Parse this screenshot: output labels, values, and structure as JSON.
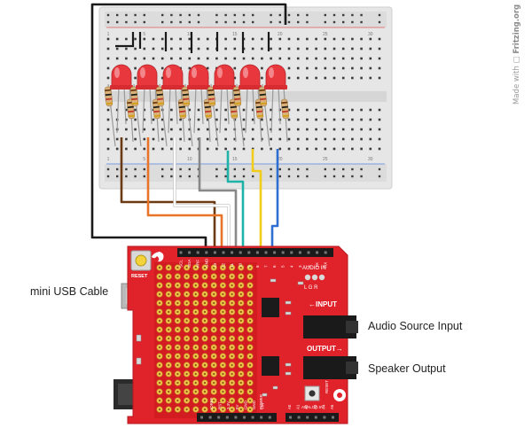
{
  "labels": {
    "mini_usb": "mini USB Cable",
    "audio_source": "Audio Source Input",
    "speaker_output": "Speaker Output",
    "watermark_prefix": "Made with",
    "watermark_brand": "Fritzing.org"
  },
  "board_text": {
    "reset": "RESET",
    "audio_in": "AUDIO IN",
    "lgr": "L G R",
    "input": "←INPUT",
    "output": "OUTPUT→",
    "digital_pins": [
      "SCL",
      "SDA",
      "ARF",
      "GND",
      "13",
      "12",
      "11",
      "10",
      "9",
      "8",
      "7",
      "6",
      "5",
      "4",
      "3",
      "2",
      "TX",
      "RX"
    ],
    "power_pins": [
      "IOREF",
      "RST",
      "3.3V",
      "5V",
      "GND",
      "GND",
      "VIN"
    ],
    "analog_pins": [
      "A0",
      "A1",
      "A2",
      "A3",
      "A4",
      "A5"
    ],
    "power_header_label": "POWER",
    "analog_header_label": "ANALOG IN",
    "reset_small": "RESET"
  },
  "breadboard": {
    "column_numbers": [
      "1",
      "5",
      "10",
      "15",
      "20",
      "25",
      "30"
    ]
  },
  "leds": 7,
  "colors": {
    "board_red": "#e0222a",
    "breadboard": "#e6e6e6",
    "led_red": "#e8383d",
    "wire_black": "#1a1a1a",
    "wire_brown": "#6b3a12",
    "wire_orange": "#e8742a",
    "wire_white": "#ffffff",
    "wire_gray": "#888888",
    "wire_teal": "#1fb2a8",
    "wire_yellow": "#f2cc1a",
    "wire_blue": "#2e6fd1"
  }
}
